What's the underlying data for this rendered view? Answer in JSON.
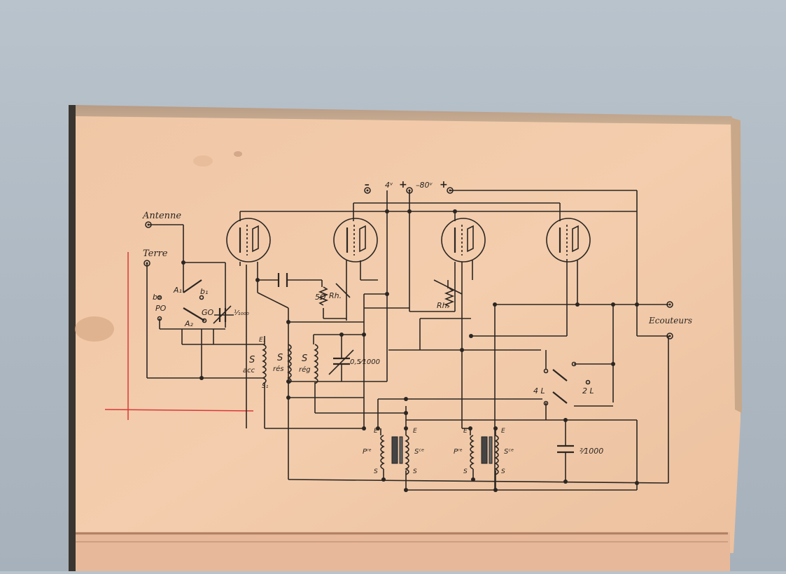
{
  "diagram": {
    "labels": {
      "antenna": "Antenne",
      "ground": "Terre",
      "b2": "b₂",
      "b1": "b₁",
      "po": "PO",
      "go": "GO",
      "a1": "A₁",
      "a2": "A₂",
      "cap_tuning": "¹⁄₁₀₀₀",
      "supply_neg": "–",
      "supply_4v": "4ᵛ",
      "supply_plus1": "+",
      "supply_80v": "–80ᵛ",
      "supply_plus2": "+",
      "resistor": "5Ω",
      "rheostat1": "Rh.",
      "rheostat2": "Rh.",
      "coil_acc_s": "S",
      "coil_acc": "acc",
      "coil_res_s": "S",
      "coil_res": "rés",
      "coil_reg_s": "S",
      "coil_reg": "rég",
      "cap_05": "0,5⁄1000",
      "tap_e1": "E₁",
      "tap_s1": "S₁",
      "phones": "Ecouteurs",
      "sw_4l": "4 L",
      "sw_2l": "2 L",
      "cap_2": "²⁄1000",
      "t1_e1": "E",
      "t1_e2": "E",
      "t1_pri": "Pʳᵉ",
      "t1_sec": "Sᶜᵉ",
      "t1_s1": "S",
      "t1_s2": "S",
      "t2_e1": "E",
      "t2_e2": "E",
      "t2_pri": "Pʳᵉ",
      "t2_sec": "Sᶜᵉ",
      "t2_s1": "S",
      "t2_s2": "S"
    }
  }
}
